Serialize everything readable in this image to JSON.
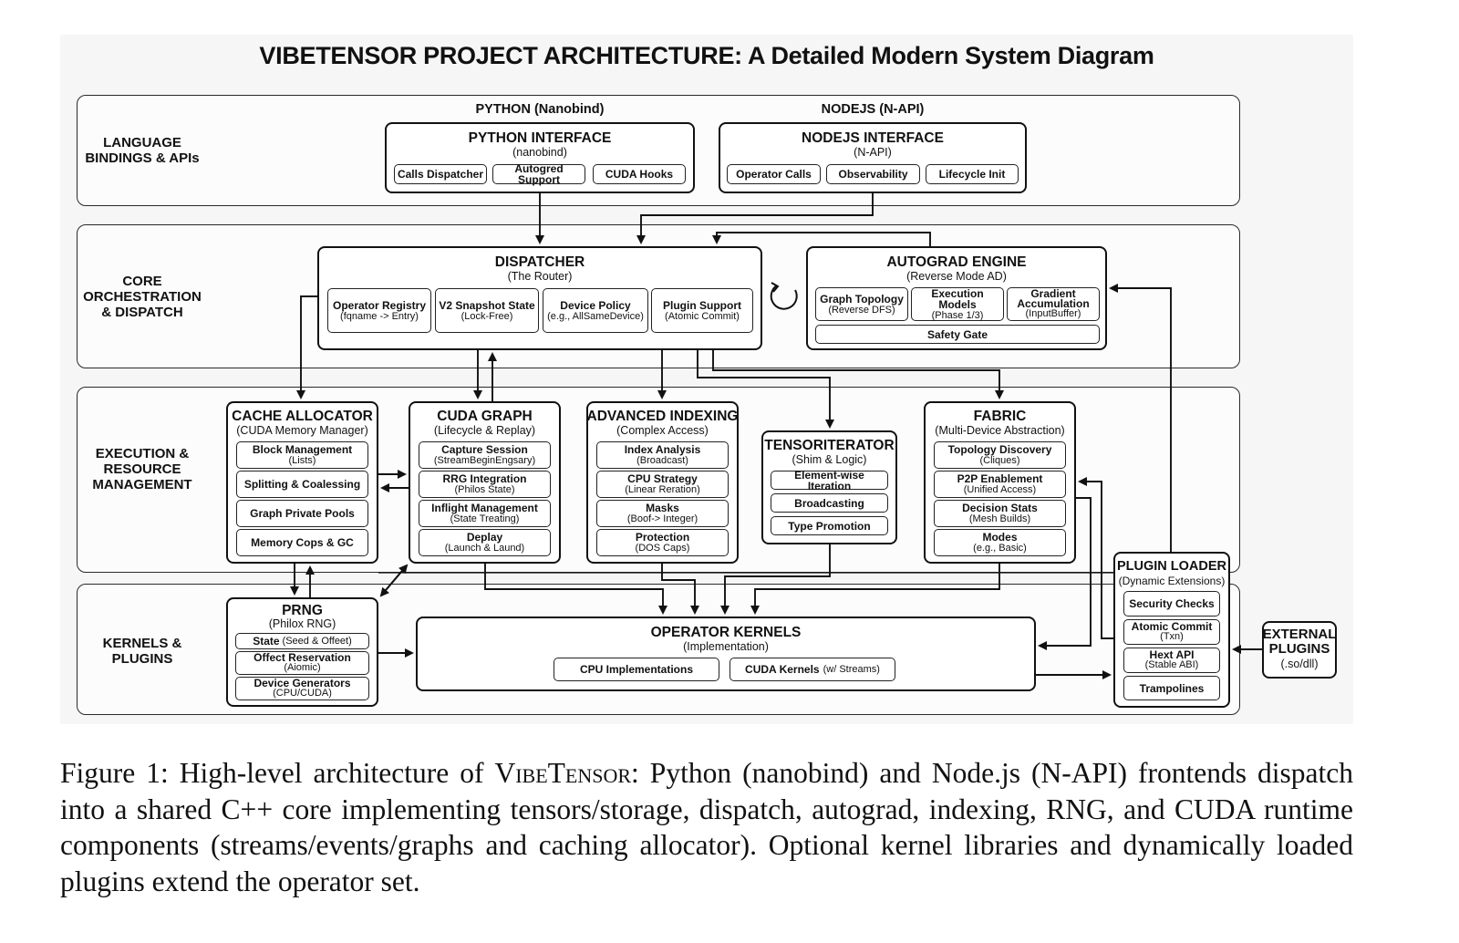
{
  "title": "VIBETENSOR PROJECT ARCHITECTURE: A Detailed Modern System Diagram",
  "rows": {
    "bindings": "LANGUAGE\nBINDINGS & APIs",
    "core": "CORE\nORCHESTRATION\n& DISPATCH",
    "execution": "EXECUTION &\nRESOURCE\nMANAGEMENT",
    "kernels": "KERNELS &\nPLUGINS"
  },
  "bindings": {
    "python_header": "PYTHON (Nanobind)",
    "nodejs_header": "NODEJS (N-API)",
    "python": {
      "title": "PYTHON INTERFACE",
      "subtitle": "(nanobind)",
      "items": [
        {
          "label": "Calls Dispatcher"
        },
        {
          "label": "Autogred Support"
        },
        {
          "label": "CUDA Hooks"
        }
      ]
    },
    "nodejs": {
      "title": "NODEJS INTERFACE",
      "subtitle": "(N-API)",
      "items": [
        {
          "label": "Operator Calls"
        },
        {
          "label": "Observability"
        },
        {
          "label": "Lifecycle Init"
        }
      ]
    }
  },
  "dispatcher": {
    "title": "DISPATCHER",
    "subtitle": "(The Router)",
    "items": [
      {
        "label": "Operator Registry",
        "sub": "(fqname -> Entry)"
      },
      {
        "label": "V2 Snapshot State",
        "sub": "(Lock-Free)"
      },
      {
        "label": "Device Policy",
        "sub": "(e.g., AllSameDevice)"
      },
      {
        "label": "Plugin Support",
        "sub": "(Atomic Commit)"
      }
    ]
  },
  "autograd": {
    "title": "AUTOGRAD ENGINE",
    "subtitle": "(Reverse Mode AD)",
    "items": [
      {
        "label": "Graph Topology",
        "sub": "(Reverse DFS)"
      },
      {
        "label": "Execution Models",
        "sub": "(Phase 1/3)"
      },
      {
        "label": "Gradient\nAccumulation",
        "sub": "(InputBuffer)"
      }
    ],
    "gate": "Safety Gate"
  },
  "cache_allocator": {
    "title": "CACHE ALLOCATOR",
    "subtitle": "(CUDA Memory Manager)",
    "items": [
      {
        "label": "Block Management",
        "sub": "(Lists)"
      },
      {
        "label": "Splitting & Coalessing",
        "sub": ""
      },
      {
        "label": "Graph Private Pools",
        "sub": ""
      },
      {
        "label": "Memory Cops & GC",
        "sub": ""
      }
    ]
  },
  "cuda_graph": {
    "title": "CUDA GRAPH",
    "subtitle": "(Lifecycle & Replay)",
    "items": [
      {
        "label": "Capture Session",
        "sub": "(StreamBeginEngsary)"
      },
      {
        "label": "RRG Integration",
        "sub": "(Philos State)"
      },
      {
        "label": "Inflight Management",
        "sub": "(State Treating)"
      },
      {
        "label": "Deplay",
        "sub": "(Launch & Laund)"
      }
    ]
  },
  "advanced_indexing": {
    "title": "ADVANCED INDEXING",
    "subtitle": "(Complex Access)",
    "items": [
      {
        "label": "Index Analysis",
        "sub": "(Broadcast)"
      },
      {
        "label": "CPU Strategy",
        "sub": "(Linear Reration)"
      },
      {
        "label": "Masks",
        "sub": "(Boof-> Integer)"
      },
      {
        "label": "Protection",
        "sub": "(DOS Caps)"
      }
    ]
  },
  "tensoriterator": {
    "title": "TENSORITERATOR",
    "subtitle": "(Shim & Logic)",
    "items": [
      {
        "label": "Element-wise Iteration"
      },
      {
        "label": "Broadcasting"
      },
      {
        "label": "Type Promotion"
      }
    ]
  },
  "fabric": {
    "title": "FABRIC",
    "subtitle": "(Multi-Device Abstraction)",
    "items": [
      {
        "label": "Topology Discovery",
        "sub": "(Cliques)"
      },
      {
        "label": "P2P Enablement",
        "sub": "(Unified Access)"
      },
      {
        "label": "Decision Stats",
        "sub": "(Mesh Builds)"
      },
      {
        "label": "Modes",
        "sub": "(e.g., Basic)"
      }
    ]
  },
  "prng": {
    "title": "PRNG",
    "subtitle": "(Philox RNG)",
    "items": [
      {
        "label": "State",
        "sub": "(Seed & Offeet)"
      },
      {
        "label": "Offect Reservation",
        "sub": "(Aiomic)"
      },
      {
        "label": "Device Generators",
        "sub": "(CPU/CUDA)"
      }
    ]
  },
  "operator_kernels": {
    "title": "OPERATOR KERNELS",
    "subtitle": "(Implementation)",
    "items": [
      {
        "label": "CPU Implementations"
      },
      {
        "label": "CUDA Kernels",
        "sub": "(w/ Streams)"
      }
    ]
  },
  "plugin_loader": {
    "title": "PLUGIN LOADER",
    "subtitle": "(Dynamic Extensions)",
    "items": [
      {
        "label": "Security Checks",
        "sub": ""
      },
      {
        "label": "Atomic Commit",
        "sub": "(Txn)"
      },
      {
        "label": "Hext API",
        "sub": "(Stable ABI)"
      },
      {
        "label": "Trampolines",
        "sub": ""
      }
    ]
  },
  "external": {
    "title": "EXTERNAL\nPLUGINS",
    "subtitle": "(.so/dll)"
  },
  "caption": {
    "prefix": "Figure 1: High-level architecture of ",
    "name": "VibeTensor",
    "suffix": ": Python (nanobind) and Node.js (N-API) frontends dispatch into a shared C++ core implementing tensors/storage, dispatch, autograd, indexing, RNG, and CUDA runtime components (streams/events/graphs and caching allocator). Optional kernel libraries and dynamically loaded plugins extend the operator set."
  }
}
